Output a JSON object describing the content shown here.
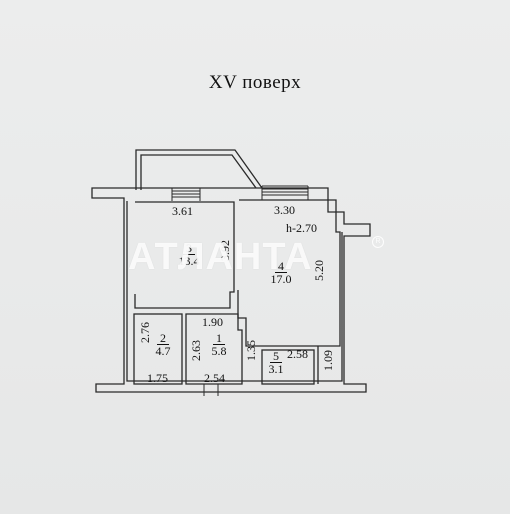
{
  "floor_title": "XV поверх",
  "watermark": "АТЛАНТА",
  "watermark_mark": "R",
  "rooms": {
    "room3": {
      "number": "3",
      "area": "13.4"
    },
    "room4": {
      "number": "4",
      "area": "17.0"
    },
    "room2": {
      "number": "2",
      "area": "4.7"
    },
    "room1": {
      "number": "1",
      "area": "5.8"
    },
    "room5": {
      "number": "5",
      "area": "3.1"
    }
  },
  "dimensions": {
    "room3_width": "3.61",
    "room3_height": "3.92",
    "room4_width": "3.30",
    "room4_ceiling": "h-2.70",
    "room4_height": "5.20",
    "room2_height": "2.76",
    "room2_width": "1.75",
    "room1_width_top": "1.90",
    "room1_height": "2.63",
    "room1_width_bottom": "2.54",
    "room5_height": "1.35",
    "room5_width": "2.58",
    "room5_right": "1.09"
  }
}
